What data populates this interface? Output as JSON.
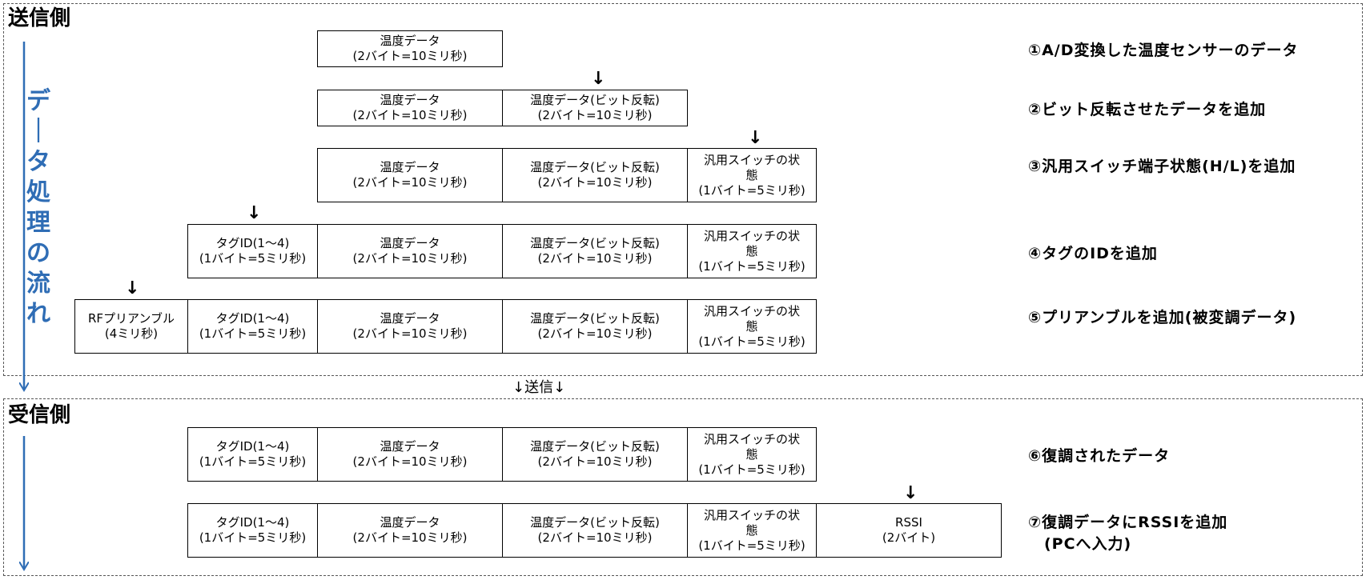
{
  "sender": {
    "title": "送信側",
    "flow_label": [
      "デ",
      "｜",
      "タ",
      "処",
      "理",
      "の",
      "流",
      "れ"
    ]
  },
  "receiver": {
    "title": "受信側"
  },
  "transmit_label": "↓送信↓",
  "marker_glyph": "↓",
  "cells": {
    "temp": {
      "line1": "温度データ",
      "line2": "(2バイト=10ミリ秒)"
    },
    "temp_inv": {
      "line1": "温度データ(ビット反転)",
      "line2": "(2バイト=10ミリ秒)"
    },
    "switch": {
      "line1": "汎用スイッチの状",
      "line2": "態",
      "line3": "(1バイト=5ミリ秒)"
    },
    "tag": {
      "line1": "タグID(1～4)",
      "line2": "(1バイト=5ミリ秒)"
    },
    "preamble": {
      "line1": "RFプリアンブル",
      "line2": "(4ミリ秒)"
    },
    "rssi": {
      "line1": "RSSI",
      "line2": "(2バイト)"
    }
  },
  "steps": [
    "①A/D変換した温度センサーのデータ",
    "②ビット反転させたデータを追加",
    "③汎用スイッチ端子状態(H/L)を追加",
    "④タグのIDを追加",
    "⑤プリアンブルを追加(被変調データ)",
    "⑥復調されたデータ",
    "⑦復調データにRSSIを追加\n　(PCへ入力)"
  ]
}
